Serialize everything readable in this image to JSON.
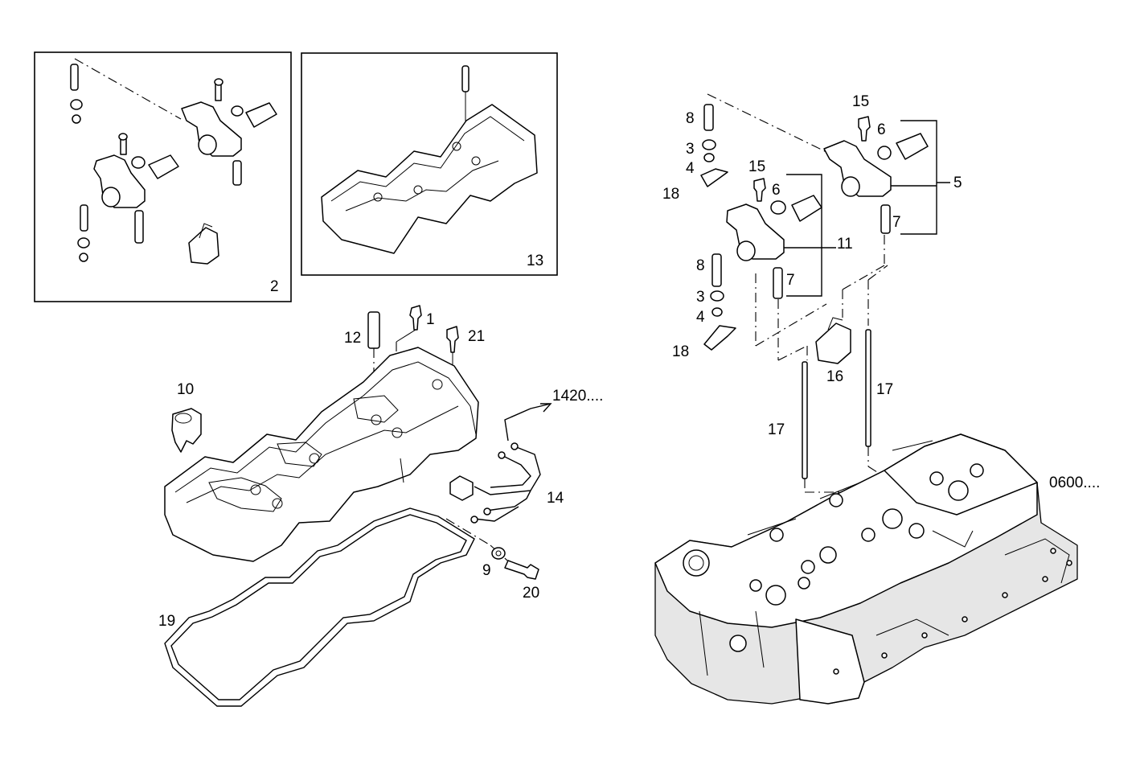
{
  "diagram": {
    "labels": {
      "l1": "1",
      "l2": "2",
      "l3a": "3",
      "l3b": "3",
      "l4a": "4",
      "l4b": "4",
      "l5": "5",
      "l6a": "6",
      "l6b": "6",
      "l7a": "7",
      "l7b": "7",
      "l8a": "8",
      "l8b": "8",
      "l9": "9",
      "l10": "10",
      "l11": "11",
      "l12": "12",
      "l13": "13",
      "l14": "14",
      "l15a": "15",
      "l15b": "15",
      "l16": "16",
      "l17a": "17",
      "l17b": "17",
      "l18a": "18",
      "l18b": "18",
      "l19": "19",
      "l20": "20",
      "l21": "21",
      "ref1420": "1420....",
      "ref0600": "0600...."
    }
  }
}
